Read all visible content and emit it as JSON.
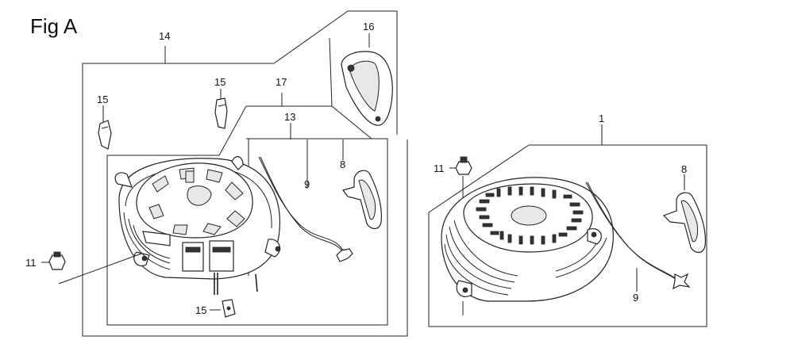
{
  "figure": {
    "title": "Fig A"
  },
  "labels": {
    "p1": "1",
    "p8a": "8",
    "p8b": "8",
    "p9a": "9",
    "p9b": "9",
    "p11a": "11",
    "p11b": "11",
    "p13": "13",
    "p14": "14",
    "p15a": "15",
    "p15b": "15",
    "p15c": "15",
    "p16": "16",
    "p17": "17"
  }
}
